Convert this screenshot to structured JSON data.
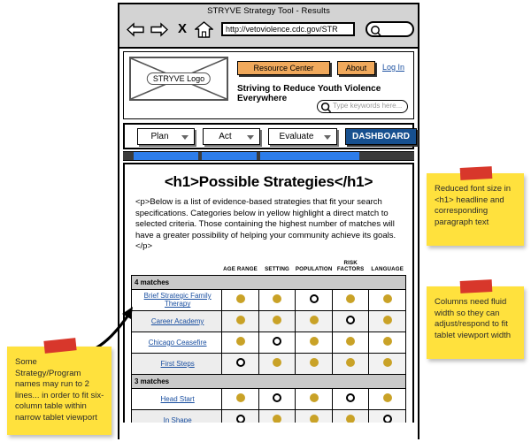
{
  "browser": {
    "window_title": "STRYVE Strategy Tool - Results",
    "url": "http://vetoviolence.cdc.gov/STR",
    "back_icon": "back-arrow-icon",
    "forward_icon": "forward-arrow-icon",
    "stop_label": "X",
    "home_icon": "home-icon",
    "chrome_search_icon": "search-icon"
  },
  "site_header": {
    "logo_label": "STRYVE Logo",
    "resource_center_label": "Resource Center",
    "about_label": "About",
    "login_label": "Log In",
    "tagline": "Striving to Reduce Youth Violence Everywhere",
    "search_placeholder": "Type keywords here...",
    "search_icon": "search-icon"
  },
  "main_nav": {
    "plan_label": "Plan",
    "act_label": "Act",
    "evaluate_label": "Evaluate",
    "dashboard_label": "DASHBOARD",
    "caret_icon": "chevron-down-icon"
  },
  "content": {
    "heading": "<h1>Possible Strategies</h1>",
    "paragraph": "<p>Below is a list of evidence-based strategies that fit your search specifications. Categories below in yellow highlight a direct match to selected criteria. Those containing the highest number of matches will have a greater possibility of helping your community achieve its goals.</p>"
  },
  "table": {
    "columns": [
      "",
      "AGE RANGE",
      "SETTING",
      "POPULATION",
      "RISK FACTORS",
      "LANGUAGE"
    ],
    "groups": [
      {
        "group_label": "4 matches",
        "rows": [
          {
            "name": "Brief Strategic Family Therapy",
            "marks": [
              "full",
              "full",
              "open",
              "full",
              "full"
            ]
          },
          {
            "name": "Career Academy",
            "marks": [
              "full",
              "full",
              "full",
              "open",
              "full"
            ]
          },
          {
            "name": "Chicago Ceasefire",
            "marks": [
              "full",
              "open",
              "full",
              "full",
              "full"
            ]
          },
          {
            "name": "First Steps",
            "marks": [
              "open",
              "full",
              "full",
              "full",
              "full"
            ]
          }
        ]
      },
      {
        "group_label": "3 matches",
        "rows": [
          {
            "name": "Head Start",
            "marks": [
              "full",
              "open",
              "full",
              "open",
              "full"
            ]
          },
          {
            "name": "In Shape",
            "marks": [
              "open",
              "full",
              "full",
              "full",
              "open"
            ]
          }
        ]
      }
    ]
  },
  "annotations": [
    {
      "text": "Reduced font size in <h1> headline and corresponding paragraph text"
    },
    {
      "text": "Columns need fluid width so they can adjust/respond to fit tablet viewport width"
    },
    {
      "text": "Some Strategy/Program names may run to 2 lines... in order to fit six-column table within narrow tablet viewport"
    }
  ],
  "colors": {
    "note_yellow": "#ffe13d",
    "tape_red": "#d8372b",
    "button_orange": "#f0a95c",
    "dashboard_blue": "#17508f",
    "progress_blue": "#2d7dea",
    "dot_gold": "#c9a227",
    "link_blue": "#1a4fa0"
  }
}
